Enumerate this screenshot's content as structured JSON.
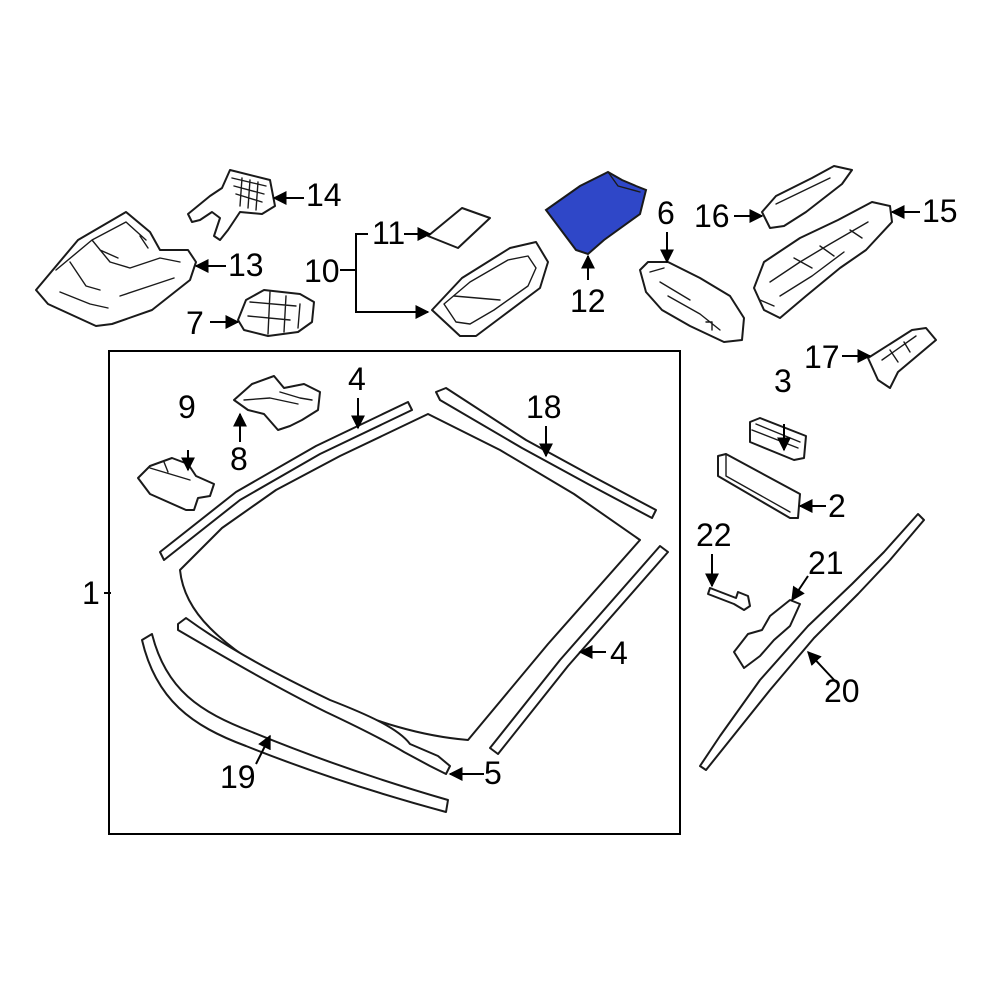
{
  "diagram": {
    "highlight_color": "#2f47c8",
    "callouts": {
      "c1": "1",
      "c2": "2",
      "c3": "3",
      "c4a": "4",
      "c4b": "4",
      "c5": "5",
      "c6": "6",
      "c7": "7",
      "c8": "8",
      "c9": "9",
      "c10": "10",
      "c11": "11",
      "c12": "12",
      "c13": "13",
      "c14": "14",
      "c15": "15",
      "c16": "16",
      "c17": "17",
      "c18": "18",
      "c19": "19",
      "c20": "20",
      "c21": "21",
      "c22": "22"
    }
  }
}
